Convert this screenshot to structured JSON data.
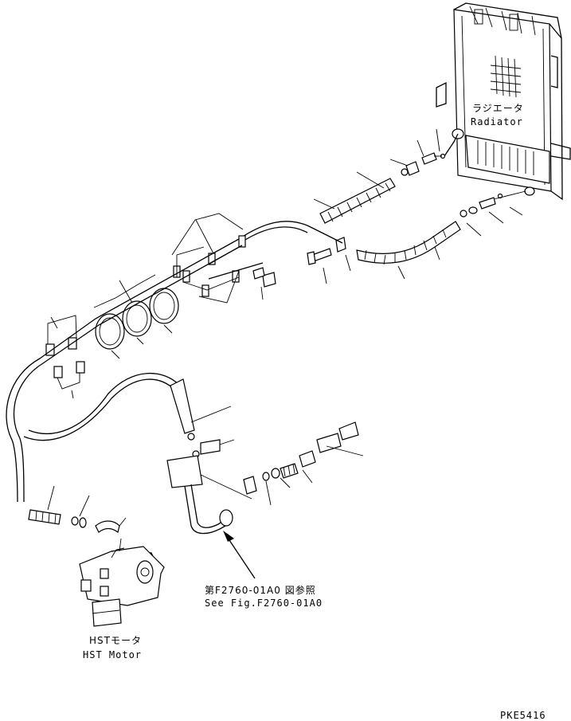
{
  "labels": {
    "radiator_jp": "ラジエータ",
    "radiator_en": "Radiator",
    "ref_jp": "第F2760-01A0 図参照",
    "ref_en": "See Fig.F2760-01A0",
    "hst_jp": "HSTモータ",
    "hst_en": "HST Motor",
    "drawing_code": "PKE5416"
  }
}
